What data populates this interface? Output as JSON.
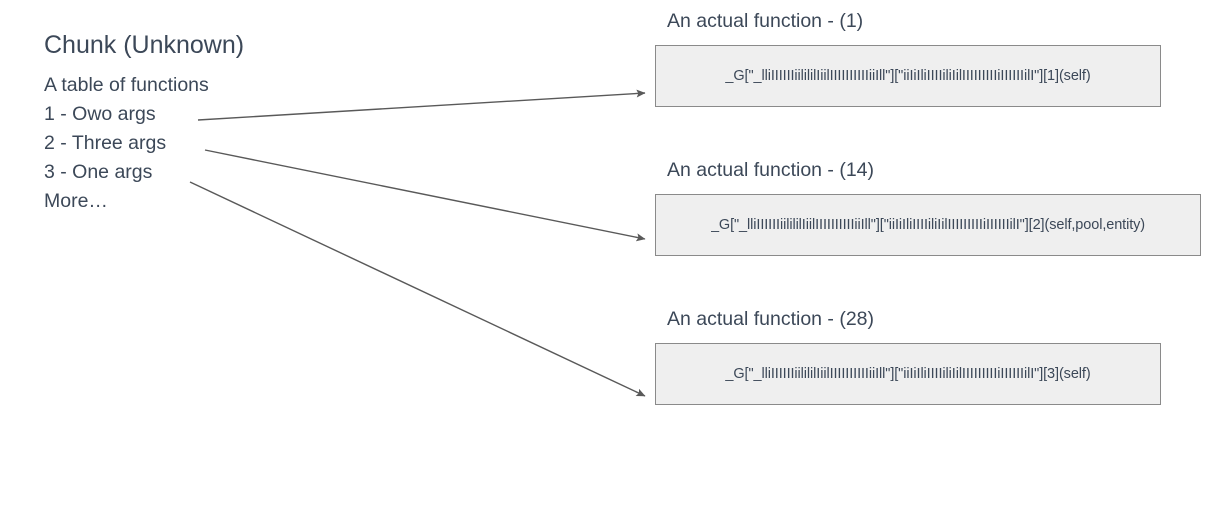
{
  "chunk": {
    "title": "Chunk (Unknown)",
    "lines": [
      "A table of functions",
      "1 - Owo args",
      "2 - Three args",
      "3 - One args",
      "More…"
    ]
  },
  "functions": [
    {
      "heading": "An actual function - (1)",
      "code": "_G[\"_lliIIIIIIiilililIiilIIIIIIIIIIiiIll\"][\"iiIiIliIIIIiliIilIIIIIIIIIiIIIIIIilI\"][1](self)"
    },
    {
      "heading": "An actual function - (14)",
      "code": "_G[\"_lliIIIIIIiilililIiilIIIIIIIIIIiiIll\"][\"iiIiIliIIIIiliIilIIIIIIIIIiIIIIIIilI\"][2](self,pool,entity)"
    },
    {
      "heading": "An actual function - (28)",
      "code": "_G[\"_lliIIIIIIiilililIiilIIIIIIIIIIiiIll\"][\"iiIiIliIIIIiliIilIIIIIIIIIiIIIIIIilI\"][3](self)"
    }
  ],
  "connectors": [
    {
      "name": "arrow-owo-to-function-1",
      "from_label": "1 - Owo args",
      "to_label": "An actual function - (1)"
    },
    {
      "name": "arrow-three-to-function-14",
      "from_label": "2 - Three args",
      "to_label": "An actual function - (14)"
    },
    {
      "name": "arrow-one-to-function-28",
      "from_label": "3 - One args",
      "to_label": "An actual function - (28)"
    }
  ],
  "colors": {
    "text": "#3c4858",
    "box_fill": "#efefef",
    "box_border": "#8a8a8a",
    "connector": "#595959",
    "background": "#ffffff"
  }
}
